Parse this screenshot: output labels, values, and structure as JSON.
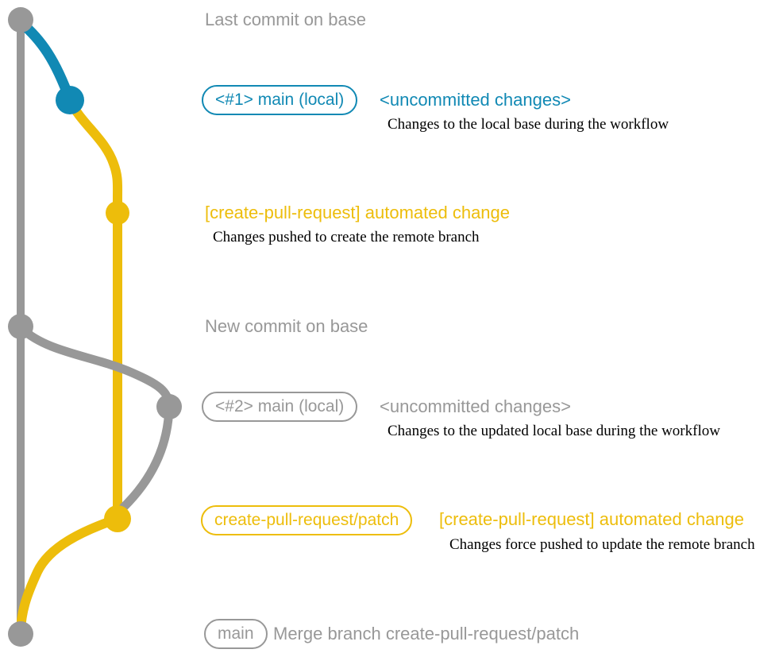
{
  "colors": {
    "gray": "#989898",
    "blue": "#1189b4",
    "yellow": "#edbd0b",
    "description_text": "#000000"
  },
  "graph": {
    "trunk": "base branch line",
    "commit_dots": [
      "base-tip",
      "local-change-1",
      "remote-branch-commit-1",
      "new-base-commit",
      "local-change-2",
      "remote-branch-commit-2",
      "merge-commit"
    ]
  },
  "rows": {
    "last_commit": {
      "label": "Last commit on base"
    },
    "local1": {
      "badge": "<#1> main (local)",
      "title": "<uncommitted changes>",
      "description": "Changes to the local base during the workflow"
    },
    "push1": {
      "title": "[create-pull-request] automated change",
      "description": "Changes pushed to create the remote branch"
    },
    "new_commit": {
      "label": "New commit on base"
    },
    "local2": {
      "badge": "<#2> main (local)",
      "title": "<uncommitted changes>",
      "description": "Changes to the updated local base during the workflow"
    },
    "push2": {
      "badge": "create-pull-request/patch",
      "title": "[create-pull-request] automated change",
      "description": "Changes force pushed to update the remote branch"
    },
    "merge": {
      "badge": "main",
      "label": "Merge branch create-pull-request/patch"
    }
  }
}
